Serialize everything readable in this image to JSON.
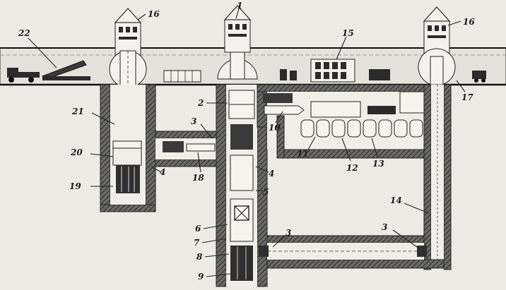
{
  "labels": {
    "l1": "1",
    "l2": "2",
    "l3a": "3",
    "l3b": "3",
    "l3c": "3",
    "l4a": "4",
    "l4b": "4",
    "l5": "5",
    "l6": "6",
    "l7": "7",
    "l8": "8",
    "l9": "9",
    "l10": "10",
    "l11": "11",
    "l12": "12",
    "l13": "13",
    "l14": "14",
    "l15": "15",
    "l16a": "16",
    "l16b": "16",
    "l17": "17",
    "l18": "18",
    "l19": "19",
    "l20": "20",
    "l21": "21",
    "l22": "22"
  }
}
